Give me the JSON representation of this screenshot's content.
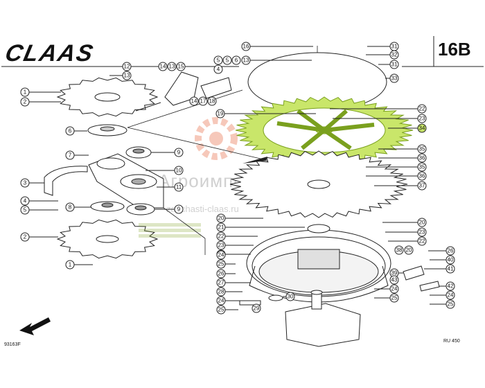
{
  "header": {
    "brand": "CLAAS",
    "page_code": "16B"
  },
  "footer": {
    "drawing_id": "93163F",
    "model": "RU 450"
  },
  "watermark": {
    "line1": "Агроимпорт",
    "line2": "zapchasti-claas.ru"
  },
  "colors": {
    "highlight": "#c9e66a",
    "highlight_stroke": "#7aa01e",
    "watermark_red": "#e8643c",
    "line": "#222222"
  },
  "callouts": {
    "c1a": "1",
    "c2a": "2",
    "c6": "6",
    "c7": "7",
    "c3": "3",
    "c4": "4",
    "c5": "5",
    "c8": "8",
    "c2b": "2",
    "c1b": "1",
    "c12": "12",
    "c13a": "13",
    "c14": "14",
    "c13b": "13",
    "c15": "15",
    "c9a": "9",
    "c10": "10",
    "c11": "11",
    "c9b": "9",
    "c5t1": "5",
    "c4t": "4",
    "c5t2": "5",
    "c6t": "6",
    "c14b": "14",
    "c17": "17",
    "c18": "18",
    "c16": "16",
    "c13c": "13",
    "c31a": "31",
    "c32": "32",
    "c31b": "31",
    "c33": "33",
    "c19": "19",
    "c22a": "22",
    "c23a": "23",
    "c34": "34",
    "c35a": "35",
    "c36a": "36",
    "c35b": "35",
    "c36b": "36",
    "c37": "37",
    "c20a": "20",
    "c21": "21",
    "c22b": "22",
    "c23b": "23",
    "c22c": "22",
    "c20b": "20",
    "c23c": "23",
    "c22d": "22",
    "c20c": "20",
    "c24a": "24",
    "c25a": "25",
    "c26a": "26",
    "c27": "27",
    "c28": "28",
    "c24b": "24",
    "c25b": "25",
    "c29": "29",
    "c30": "30",
    "c38": "38",
    "c20d": "20",
    "c26b": "26",
    "c40": "40",
    "c41": "41",
    "c39": "39",
    "c42": "42",
    "c43": "43",
    "c24c": "24",
    "c25c": "25",
    "c24d": "24",
    "c25d": "25"
  }
}
